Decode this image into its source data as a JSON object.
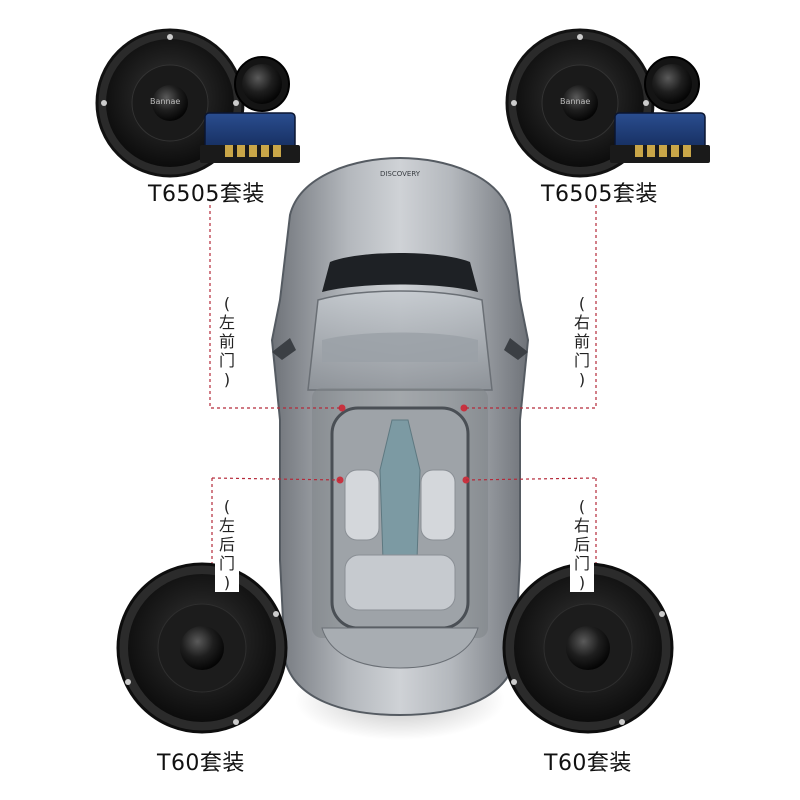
{
  "positions": {
    "front_left": {
      "product": "T6505套装",
      "door": [
        "(",
        "左",
        "前",
        "门",
        ")"
      ],
      "brand": "Bannae"
    },
    "front_right": {
      "product": "T6505套装",
      "door": [
        "(",
        "右",
        "前",
        "门",
        ")"
      ],
      "brand": "Bannae"
    },
    "rear_left": {
      "product": "T60套装",
      "door": [
        "(",
        "左",
        "后",
        "门",
        ")"
      ]
    },
    "rear_right": {
      "product": "T60套装",
      "door": [
        "(",
        "右",
        "后",
        "门",
        ")"
      ]
    }
  },
  "car": {
    "badge": "DISCOVERY"
  },
  "colors": {
    "leader_line": "#b52a3a",
    "dot": "#c8323f"
  }
}
